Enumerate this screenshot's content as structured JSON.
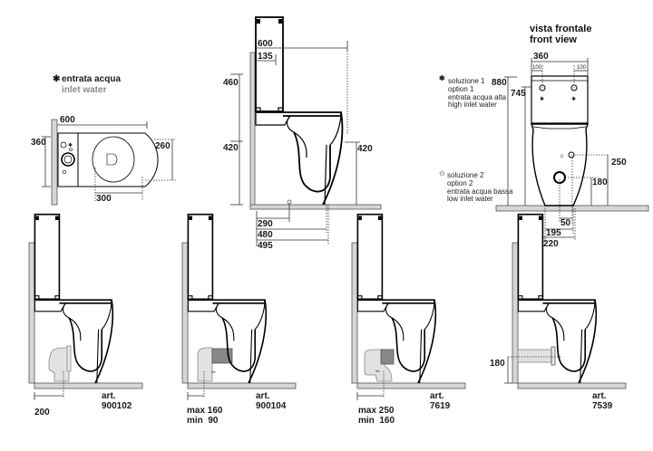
{
  "legend": {
    "symbol": "✱",
    "line1": "entrata acqua",
    "line2": "inlet water"
  },
  "top_view": {
    "width": "600",
    "depth": "360",
    "seat_depth": "260",
    "seat_offset": "300"
  },
  "side_view": {
    "width": "600",
    "cistern_offset": "135",
    "cistern_height": "460",
    "bowl_height": "420",
    "rim_height": "420",
    "outlet_distance": "290",
    "foot_distance_1": "480",
    "foot_distance_2": "495"
  },
  "front_view": {
    "title_line1": "vista frontale",
    "title_line2": "front view",
    "width": "360",
    "inlet_offset_left": "100",
    "inlet_offset_right": "100",
    "total_height": "880",
    "cistern_top": "745",
    "low_inlet_height": "250",
    "outlet_height": "180",
    "offset_50": "50",
    "base_195": "195",
    "base_220": "220",
    "option1": {
      "symbol": "✱",
      "lines": [
        "soluzione 1",
        "option 1",
        "entrata acqua alta",
        "high inlet water"
      ]
    },
    "option2": {
      "symbol": "✩",
      "lines": [
        "soluzione 2",
        "option 2",
        "entrata acqua bassa",
        "low inlet water"
      ]
    }
  },
  "variants": [
    {
      "art_label": "art.",
      "art_number": "900102",
      "dims": [
        "200"
      ]
    },
    {
      "art_label": "art.",
      "art_number": "900104",
      "dims": [
        "max 160",
        "min  90"
      ]
    },
    {
      "art_label": "art.",
      "art_number": "7619",
      "dims": [
        "max 250",
        "min  160"
      ]
    },
    {
      "art_label": "art.",
      "art_number": "7539",
      "dims": [
        "180"
      ]
    }
  ]
}
